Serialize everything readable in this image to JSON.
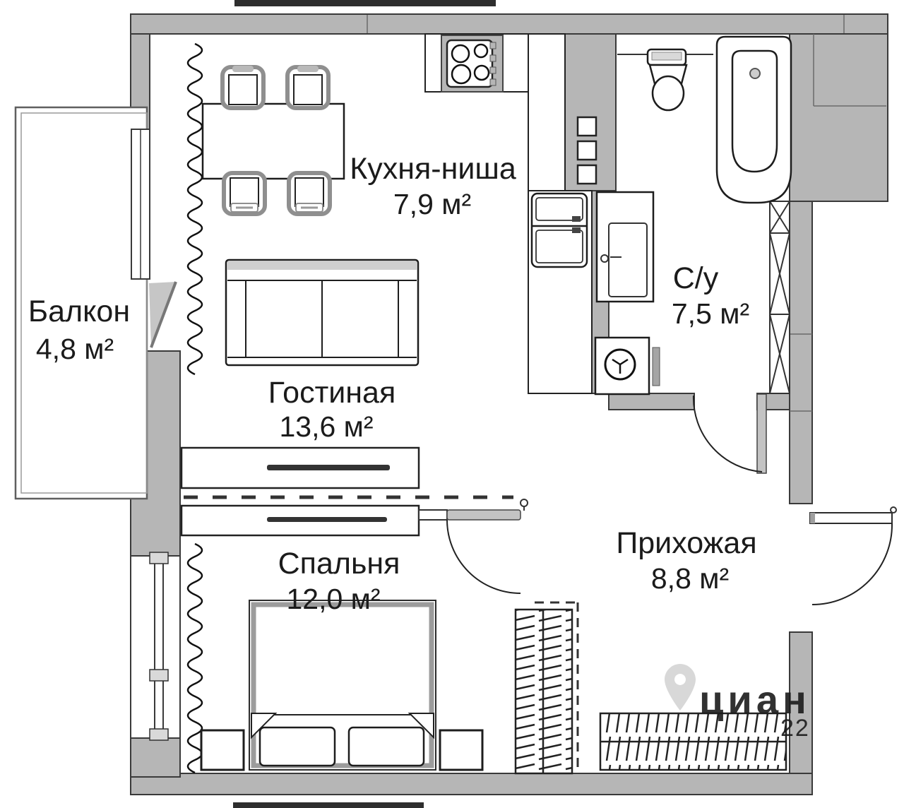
{
  "rooms": [
    {
      "name": "Балкон",
      "area": "4,8 м²"
    },
    {
      "name": "Кухня-ниша",
      "area": "7,9 м²"
    },
    {
      "name": "Гостиная",
      "area": "13,6 м²"
    },
    {
      "name": "С/у",
      "area": "7,5 м²"
    },
    {
      "name": "Спальня",
      "area": "12,0 м²"
    },
    {
      "name": "Прихожая",
      "area": "8,8 м²"
    }
  ],
  "watermark": {
    "brand": "циан",
    "number": "22"
  },
  "colors": {
    "wall_fill": "#b6b6b6",
    "wall_stroke": "#3a3a3a",
    "line": "#1f1f1f",
    "watermark": "#d4d4d4"
  }
}
